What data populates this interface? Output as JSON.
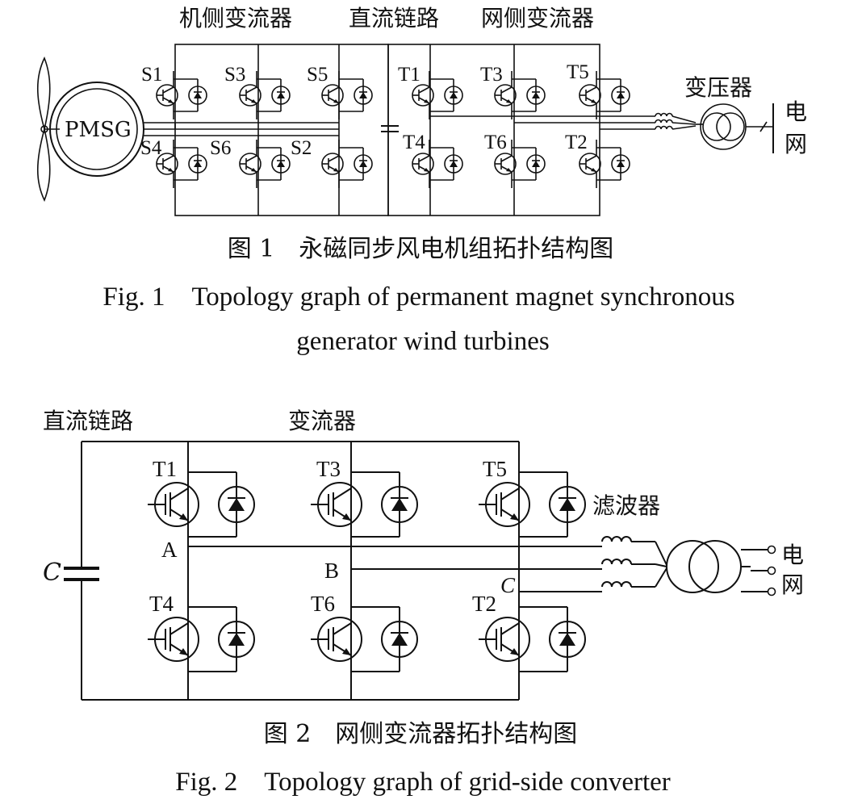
{
  "fig1": {
    "section_labels": [
      "机侧变流器",
      "直流链路",
      "网侧变流器"
    ],
    "generator": "PMSG",
    "machine_switches": [
      "S1",
      "S3",
      "S5",
      "S4",
      "S6",
      "S2"
    ],
    "grid_switches": [
      "T1",
      "T3",
      "T5",
      "T4",
      "T6",
      "T2"
    ],
    "transformer": "变压器",
    "grid": [
      "电",
      "网"
    ],
    "caption_cn": "图 1　永磁同步风电机组拓扑结构图",
    "caption_en_line1": "Fig. 1　Topology graph of permanent magnet synchronous",
    "caption_en_line2": "generator wind turbines"
  },
  "fig2": {
    "dc_link": "直流链路",
    "converter": "变流器",
    "capacitor": "C",
    "switches": [
      "T1",
      "T3",
      "T5",
      "T4",
      "T6",
      "T2"
    ],
    "phases": [
      "A",
      "B",
      "C"
    ],
    "filter": "滤波器",
    "grid": [
      "电",
      "网"
    ],
    "caption_cn": "图 2　网侧变流器拓扑结构图",
    "caption_en": "Fig. 2　Topology graph of grid-side converter"
  }
}
